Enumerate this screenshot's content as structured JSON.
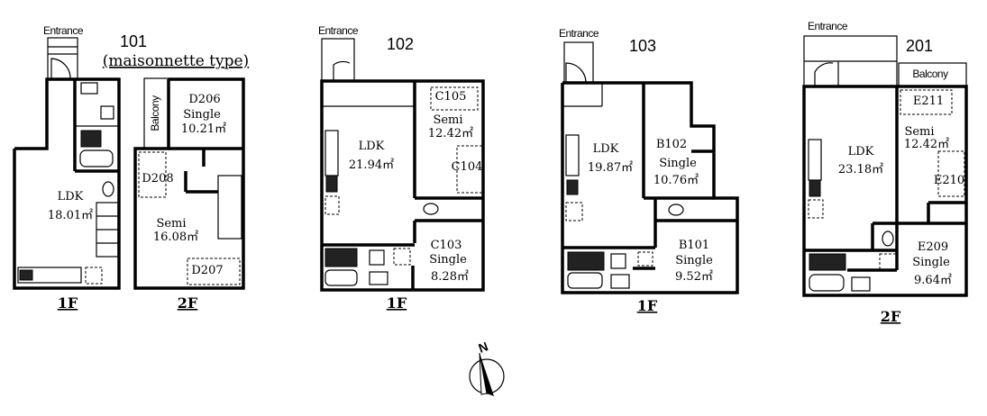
{
  "units": [
    {
      "number": "101",
      "subtitle": "(maisonnette type)",
      "entrance": "Entrance",
      "floors": [
        {
          "floor": "1F",
          "rooms": [
            {
              "name": "LDK",
              "area": "18.01㎡"
            }
          ]
        },
        {
          "floor": "2F",
          "balcony": "Balcony",
          "rooms": [
            {
              "name": "D206",
              "type": "Single",
              "area": "10.21㎡"
            },
            {
              "name": "D208"
            },
            {
              "name": "Semi",
              "area": "16.08㎡"
            },
            {
              "name": "D207"
            }
          ]
        }
      ]
    },
    {
      "number": "102",
      "entrance": "Entrance",
      "floor": "1F",
      "rooms": [
        {
          "name": "LDK",
          "area": "21.94㎡"
        },
        {
          "name": "C105"
        },
        {
          "name": "Semi",
          "area": "12.42㎡"
        },
        {
          "name": "C104"
        },
        {
          "name": "C103",
          "type": "Single",
          "area": "8.28㎡"
        }
      ]
    },
    {
      "number": "103",
      "entrance": "Entrance",
      "floor": "1F",
      "rooms": [
        {
          "name": "LDK",
          "area": "19.87㎡"
        },
        {
          "name": "B102",
          "type": "Single",
          "area": "10.76㎡"
        },
        {
          "name": "B101",
          "type": "Single",
          "area": "9.52㎡"
        }
      ]
    },
    {
      "number": "201",
      "entrance": "Entrance",
      "balcony": "Balcony",
      "floor": "2F",
      "rooms": [
        {
          "name": "LDK",
          "area": "23.18㎡"
        },
        {
          "name": "E211"
        },
        {
          "name": "Semi",
          "area": "12.42㎡"
        },
        {
          "name": "E210"
        },
        {
          "name": "E209",
          "type": "Single",
          "area": "9.64㎡"
        }
      ]
    }
  ],
  "compass": {
    "label": "N"
  }
}
